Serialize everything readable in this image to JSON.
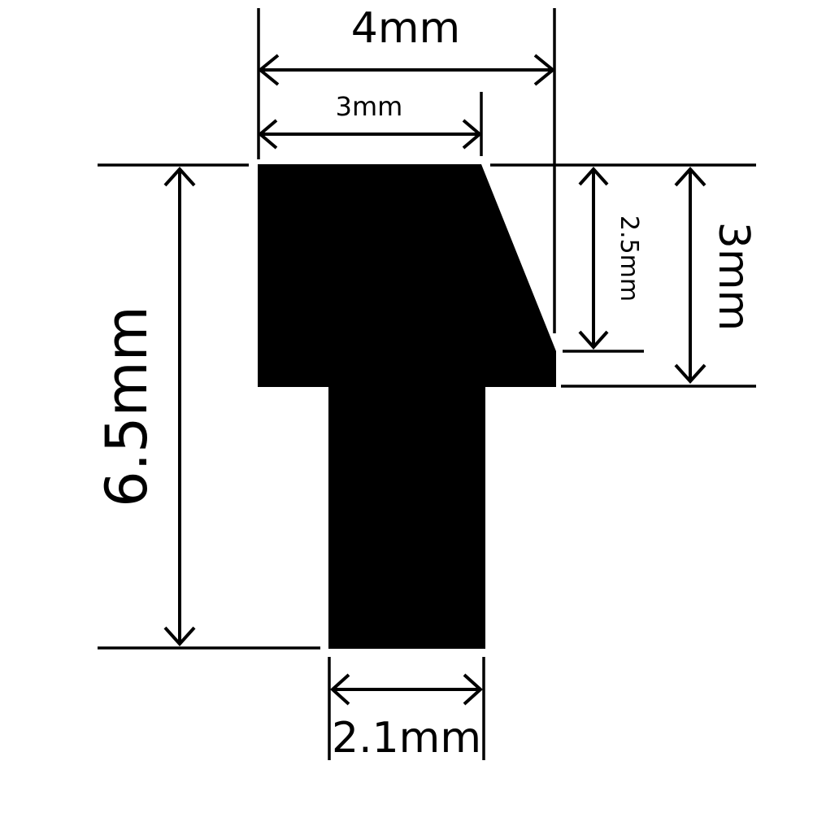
{
  "diagram": {
    "profile_color": "#000000",
    "background": "#ffffff",
    "dimensions": {
      "overall_width": "4mm",
      "top_flat_width": "3mm",
      "overall_height": "6.5mm",
      "bevel_height": "2.5mm",
      "head_height": "3mm",
      "stem_width": "2.1mm"
    }
  }
}
